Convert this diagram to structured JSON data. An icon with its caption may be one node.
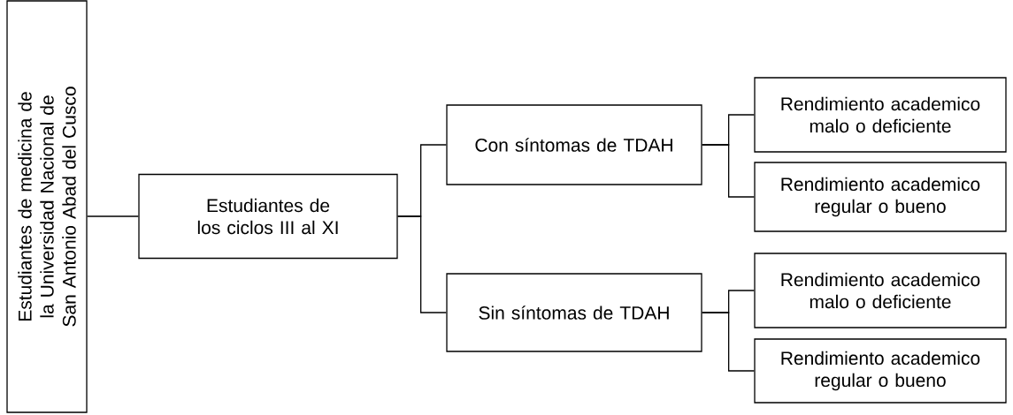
{
  "diagram": {
    "nodes": [
      {
        "text": [
          "Estudiantes de medicina de la Universidad Nacional de San Antonio Abad del Cusco"
        ]
      },
      {
        "text": [
          "Estudiantes de los ciclos III al XI"
        ]
      },
      {
        "text": [
          "Con síntomas de TDAH"
        ]
      },
      {
        "text": [
          "Sin síntomas de TDAH"
        ]
      },
      {
        "text": [
          "Rendimiento academico malo o deficiente"
        ]
      },
      {
        "text": [
          "Rendimiento academico regular o bueno"
        ]
      },
      {
        "text": [
          "Rendimiento academico malo o deficiente"
        ]
      },
      {
        "text": [
          "Rendimiento academico regular o bueno"
        ]
      }
    ],
    "edges": [
      {
        "from": 0,
        "to": 1,
        "arrow": "none"
      },
      {
        "from": 1,
        "to": 2,
        "arrow": "none"
      },
      {
        "from": 1,
        "to": 3,
        "arrow": "none"
      },
      {
        "from": 2,
        "to": 4,
        "arrow": "none"
      },
      {
        "from": 2,
        "to": 5,
        "arrow": "none"
      },
      {
        "from": 3,
        "to": 6,
        "arrow": "none"
      },
      {
        "from": 3,
        "to": 7,
        "arrow": "none"
      }
    ]
  }
}
